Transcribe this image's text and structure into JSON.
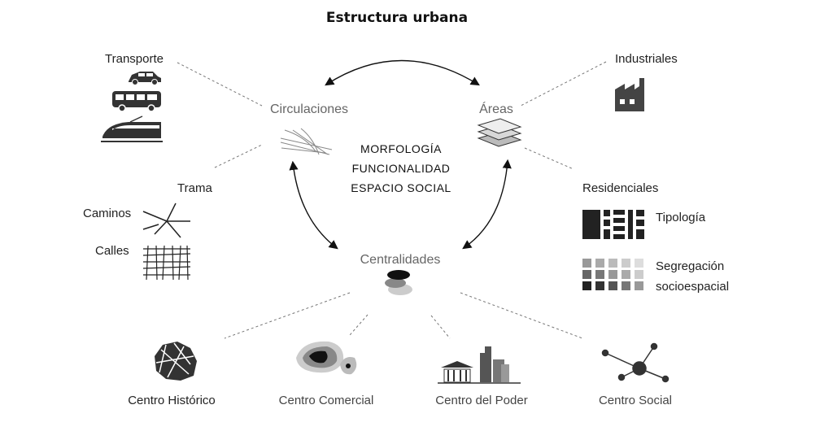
{
  "title": "Estructura urbana",
  "core": [
    "MORFOLOGÍA",
    "FUNCIONALIDAD",
    "ESPACIO SOCIAL"
  ],
  "nodes": {
    "circulaciones": "Circulaciones",
    "areas": "Áreas",
    "centralidades": "Centralidades"
  },
  "circulaciones": {
    "transporte": {
      "label": "Transporte",
      "icons": [
        "car-icon",
        "bus-icon",
        "train-icon"
      ]
    },
    "trama": {
      "label": "Trama",
      "caminos": "Caminos",
      "calles": "Calles"
    }
  },
  "areas": {
    "industriales": "Industriales",
    "residenciales": {
      "label": "Residenciales",
      "tipologia": "Tipología",
      "segregacion_line1": "Segregación",
      "segregacion_line2": "socioespacial"
    }
  },
  "centralidades": {
    "historico": "Centro Histórico",
    "comercial": "Centro Comercial",
    "poder": "Centro del Poder",
    "social": "Centro Social"
  },
  "colors": {
    "arrow": "#111111",
    "dash": "#777777",
    "icon_dark": "#222222",
    "icon_mid": "#555555"
  }
}
